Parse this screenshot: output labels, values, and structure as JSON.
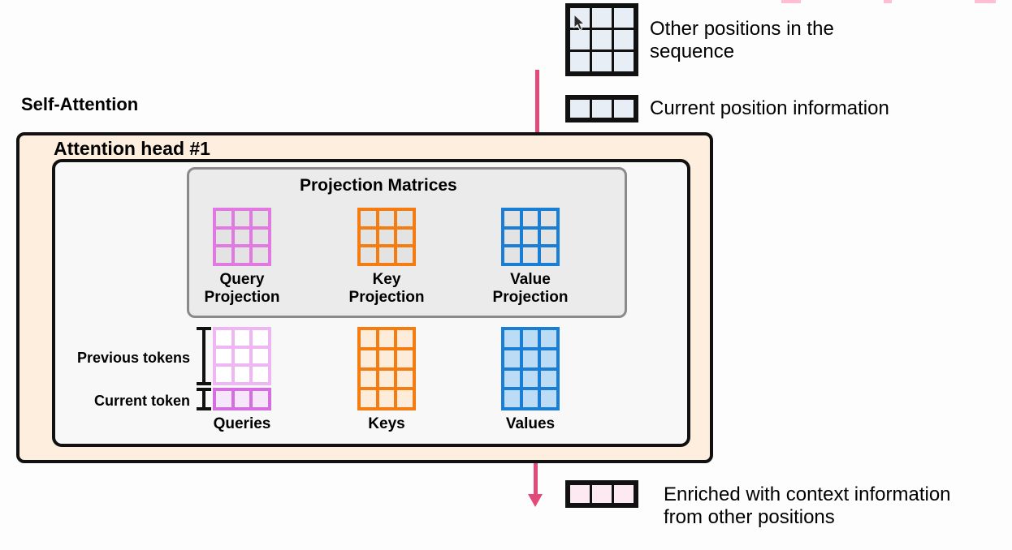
{
  "diagram": {
    "title": "Self-Attention",
    "head_title": "Attention head #1",
    "projection_panel_title": "Projection Matrices",
    "projections": [
      {
        "name": "query-projection",
        "label": "Query\nProjection",
        "color": "#e07ae0",
        "rows": 3,
        "cols": 3
      },
      {
        "name": "key-projection",
        "label": "Key\nProjection",
        "color": "#f57c10",
        "rows": 3,
        "cols": 3
      },
      {
        "name": "value-projection",
        "label": "Value\nProjection",
        "color": "#1a7fd4",
        "rows": 3,
        "cols": 3
      }
    ],
    "matrices": [
      {
        "name": "queries",
        "label": "Queries",
        "color": "#e9a8ee",
        "accent": "#d56fe0",
        "rows": 4,
        "cols": 3
      },
      {
        "name": "keys",
        "label": "Keys",
        "color": "#f57c10",
        "fill": "#fdecd9",
        "rows": 4,
        "cols": 3
      },
      {
        "name": "values",
        "label": "Values",
        "color": "#1a7fd4",
        "fill": "#bcdcf5",
        "rows": 4,
        "cols": 3
      }
    ],
    "row_labels": {
      "previous_tokens": "Previous tokens",
      "current_token": "Current token"
    },
    "legend": [
      {
        "name": "other-positions",
        "text": "Other positions in the\nsequence",
        "shape": "grid-3x3",
        "cell_color": "#e7eef6"
      },
      {
        "name": "current-position",
        "text": "Current position information",
        "shape": "row-1x3",
        "cell_color": "#e7eef6"
      }
    ],
    "output": {
      "label": "Enriched with context information\nfrom other positions",
      "cell_color": "#fce9f2",
      "cols": 3
    },
    "colors": {
      "arrow": "#e14b7a",
      "head_box_fill": "#fdeedd",
      "inner_box_fill": "#f8f8f8",
      "projection_panel_fill": "#ebebeb",
      "stroke": "#111111"
    }
  }
}
